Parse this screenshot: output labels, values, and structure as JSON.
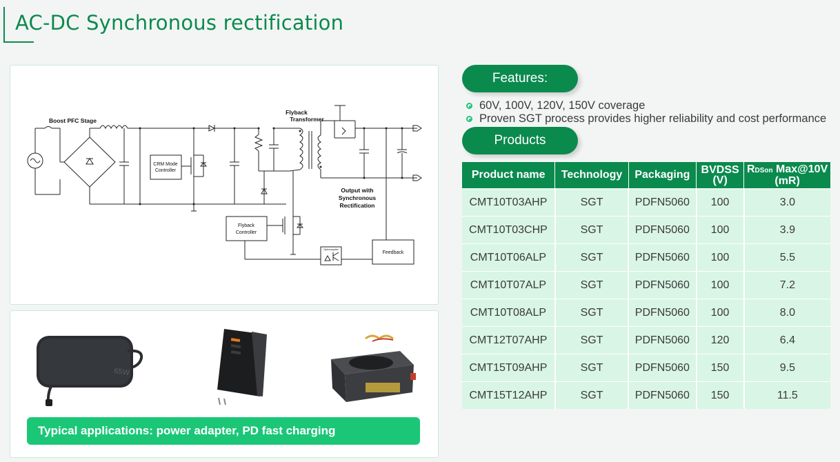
{
  "page": {
    "title": "AC-DC Synchronous rectification"
  },
  "circuit": {
    "labels": {
      "boost_pfc": "Boost PFC Stage",
      "crm_mode": "CRM Mode",
      "controller": "Controller",
      "flyback_transformer_1": "Flyback",
      "flyback_transformer_2": "Transformer",
      "output_1": "Output with",
      "output_2": "Synchronous",
      "output_3": "Rectification",
      "flyback_ctrl_1": "Flyback",
      "flyback_ctrl_2": "Controller",
      "optocoupler": "Optocoupler",
      "feedback": "Feedback"
    }
  },
  "applications": {
    "banner": "Typical applications: power adapter, PD fast charging",
    "adapter_label": "65W"
  },
  "features": {
    "heading": "Features:",
    "items": [
      "60V, 100V, 120V, 150V coverage",
      "Proven SGT process provides higher reliability and cost performance"
    ]
  },
  "products": {
    "heading": "Products",
    "columns": {
      "name": "Product name",
      "technology": "Technology",
      "packaging": "Packaging",
      "bvdss": "BVDSS",
      "bvdss_unit": "(V)",
      "rds_r": "R",
      "rds_sub": "DSon",
      "rds_max": " Max@10V",
      "rds_unit": "(mR)"
    },
    "rows": [
      {
        "name": "CMT10T03AHP",
        "technology": "SGT",
        "packaging": "PDFN5060",
        "bvdss": "100",
        "rds": "3.0"
      },
      {
        "name": "CMT10T03CHP",
        "technology": "SGT",
        "packaging": "PDFN5060",
        "bvdss": "100",
        "rds": "3.9"
      },
      {
        "name": "CMT10T06ALP",
        "technology": "SGT",
        "packaging": "PDFN5060",
        "bvdss": "100",
        "rds": "5.5"
      },
      {
        "name": "CMT10T07ALP",
        "technology": "SGT",
        "packaging": "PDFN5060",
        "bvdss": "100",
        "rds": "7.2"
      },
      {
        "name": "CMT10T08ALP",
        "technology": "SGT",
        "packaging": "PDFN5060",
        "bvdss": "100",
        "rds": "8.0"
      },
      {
        "name": "CMT12T07AHP",
        "technology": "SGT",
        "packaging": "PDFN5060",
        "bvdss": "120",
        "rds": "6.4"
      },
      {
        "name": "CMT15T09AHP",
        "technology": "SGT",
        "packaging": "PDFN5060",
        "bvdss": "150",
        "rds": "9.5"
      },
      {
        "name": "CMT15T12AHP",
        "technology": "SGT",
        "packaging": "PDFN5060",
        "bvdss": "150",
        "rds": "11.5"
      }
    ]
  },
  "colors": {
    "brand_green": "#0b8a4e",
    "accent_green": "#1bc777",
    "row_bg": "#d9f5e5"
  }
}
